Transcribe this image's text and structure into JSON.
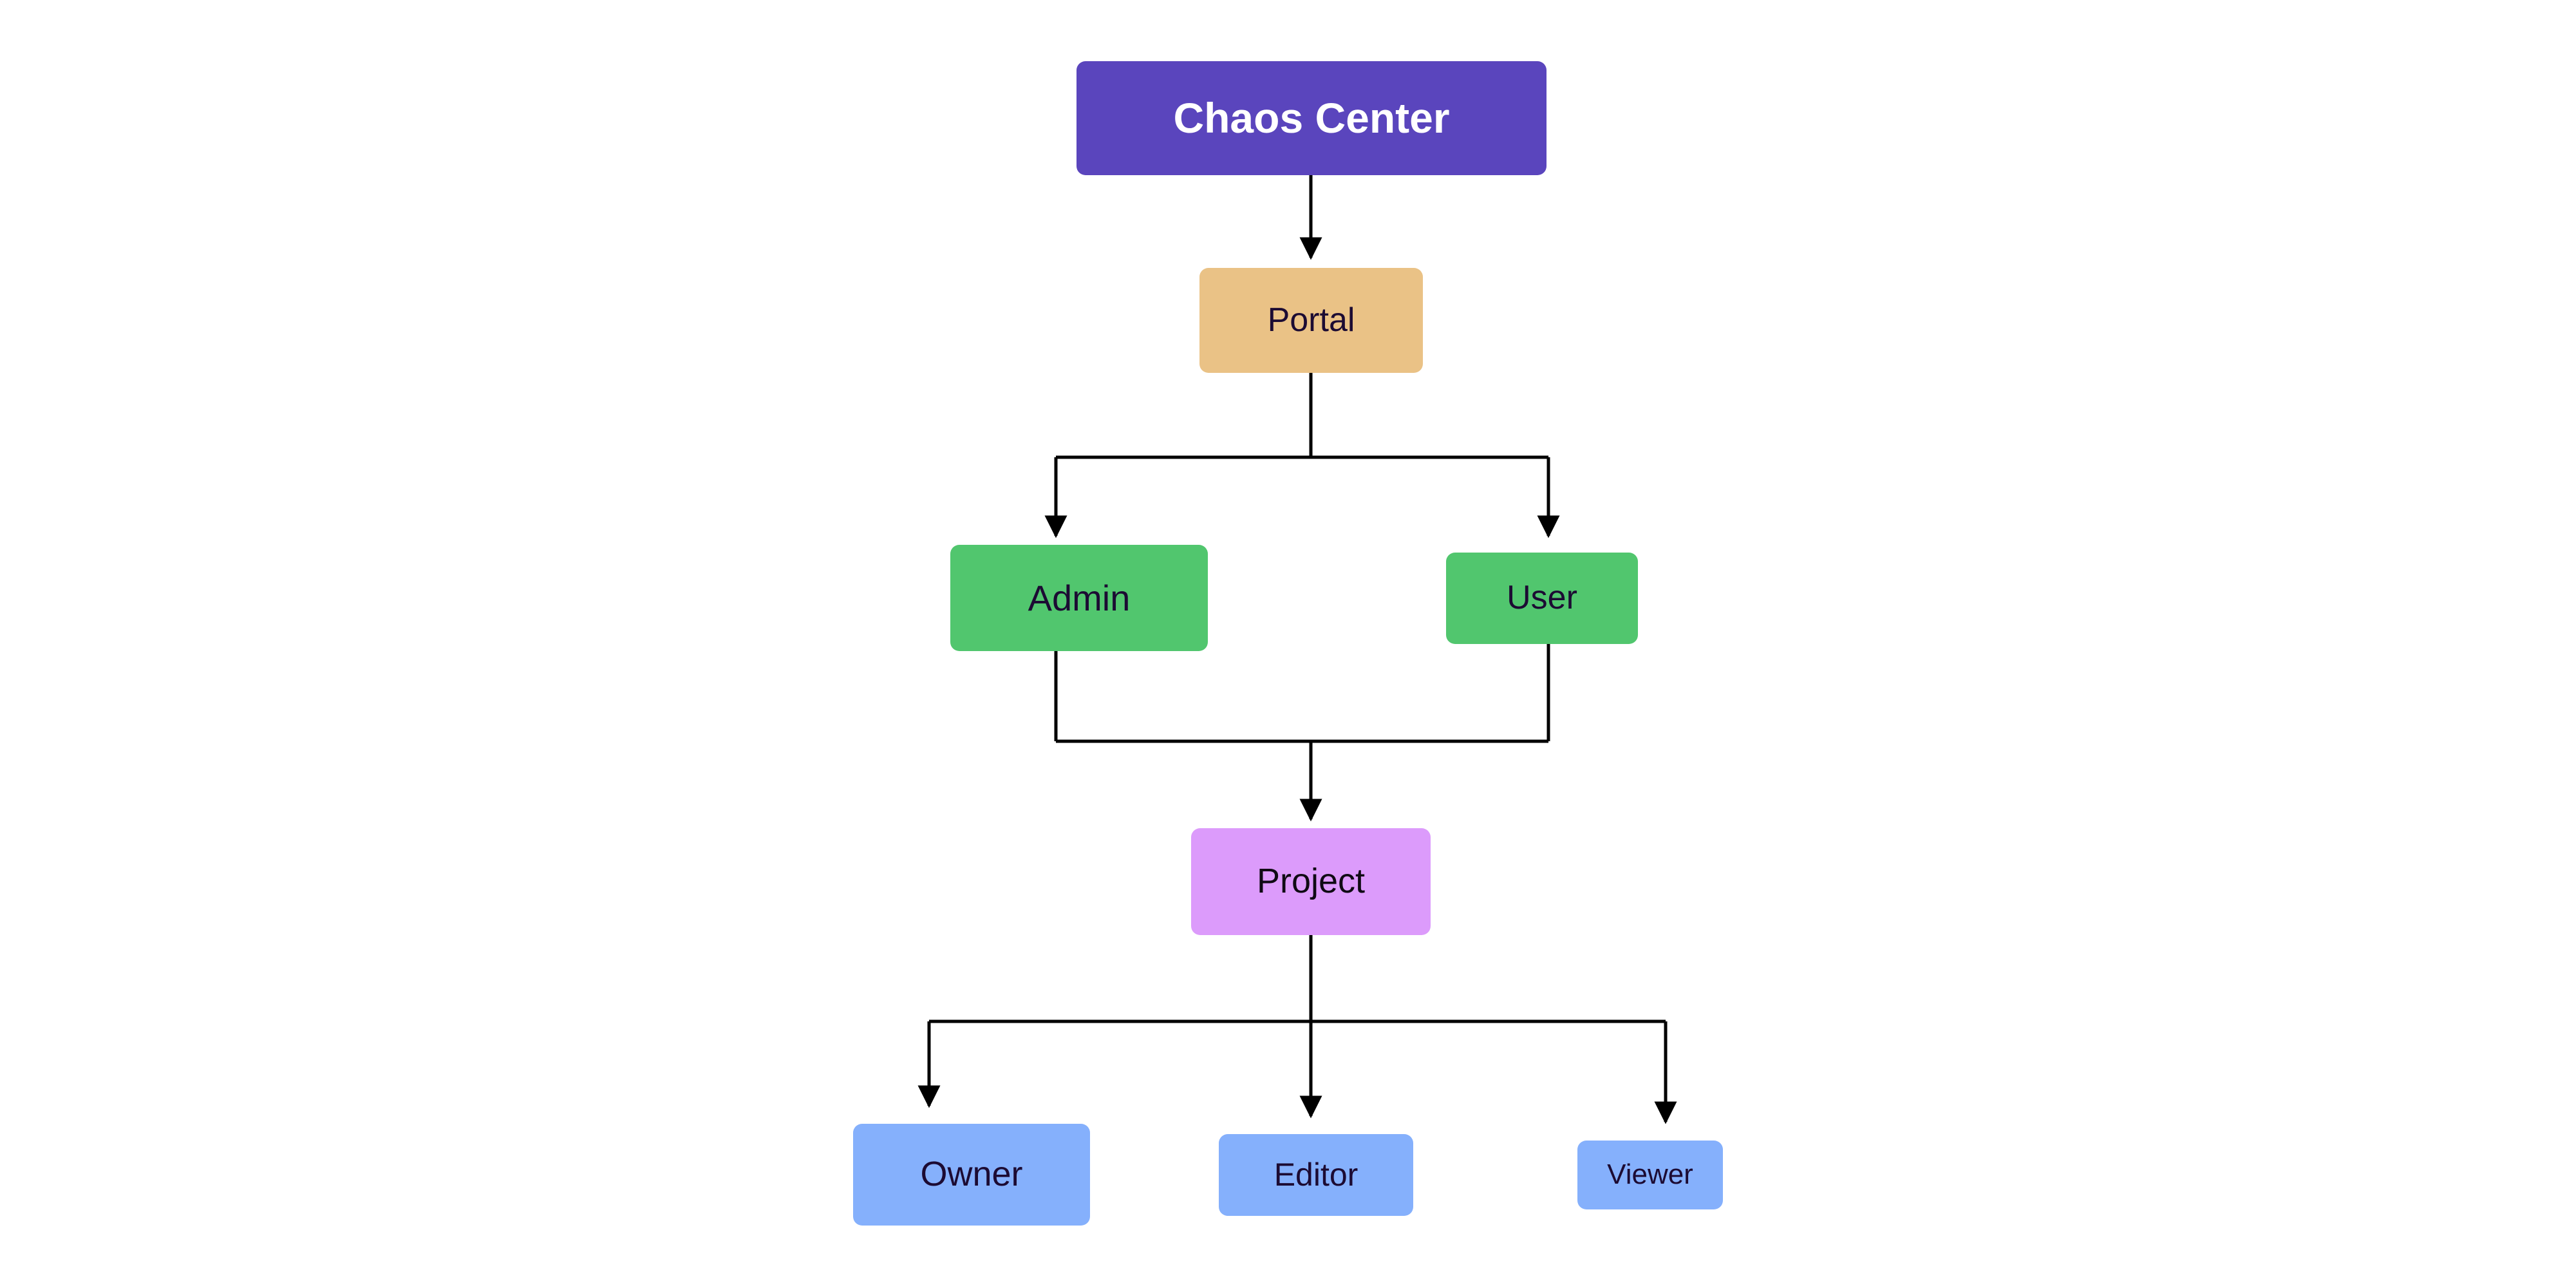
{
  "diagram": {
    "type": "flowchart",
    "direction": "top-down",
    "background_color": "#ffffff",
    "edge_color": "#000000",
    "nodes": [
      {
        "id": "chaos-center",
        "label": "Chaos Center",
        "fill": "#5a45bd",
        "text_color": "#ffffff",
        "level": 0
      },
      {
        "id": "portal",
        "label": "Portal",
        "fill": "#eac286",
        "text_color": "#1c0b33",
        "level": 1
      },
      {
        "id": "admin",
        "label": "Admin",
        "fill": "#51c66e",
        "text_color": "#1c0b33",
        "level": 2
      },
      {
        "id": "user",
        "label": "User",
        "fill": "#51c66e",
        "text_color": "#1c0b33",
        "level": 2
      },
      {
        "id": "project",
        "label": "Project",
        "fill": "#dc9bfb",
        "text_color": "#0f0a14",
        "level": 3
      },
      {
        "id": "owner",
        "label": "Owner",
        "fill": "#85b0fc",
        "text_color": "#1c0b33",
        "level": 4
      },
      {
        "id": "editor",
        "label": "Editor",
        "fill": "#85b0fc",
        "text_color": "#1c0b33",
        "level": 4
      },
      {
        "id": "viewer",
        "label": "Viewer",
        "fill": "#85b0fc",
        "text_color": "#1c0b33",
        "level": 4
      }
    ],
    "edges": [
      {
        "from": "chaos-center",
        "to": "portal"
      },
      {
        "from": "portal",
        "to": "admin"
      },
      {
        "from": "portal",
        "to": "user"
      },
      {
        "from": "admin",
        "to": "project"
      },
      {
        "from": "user",
        "to": "project"
      },
      {
        "from": "project",
        "to": "owner"
      },
      {
        "from": "project",
        "to": "editor"
      },
      {
        "from": "project",
        "to": "viewer"
      }
    ]
  }
}
